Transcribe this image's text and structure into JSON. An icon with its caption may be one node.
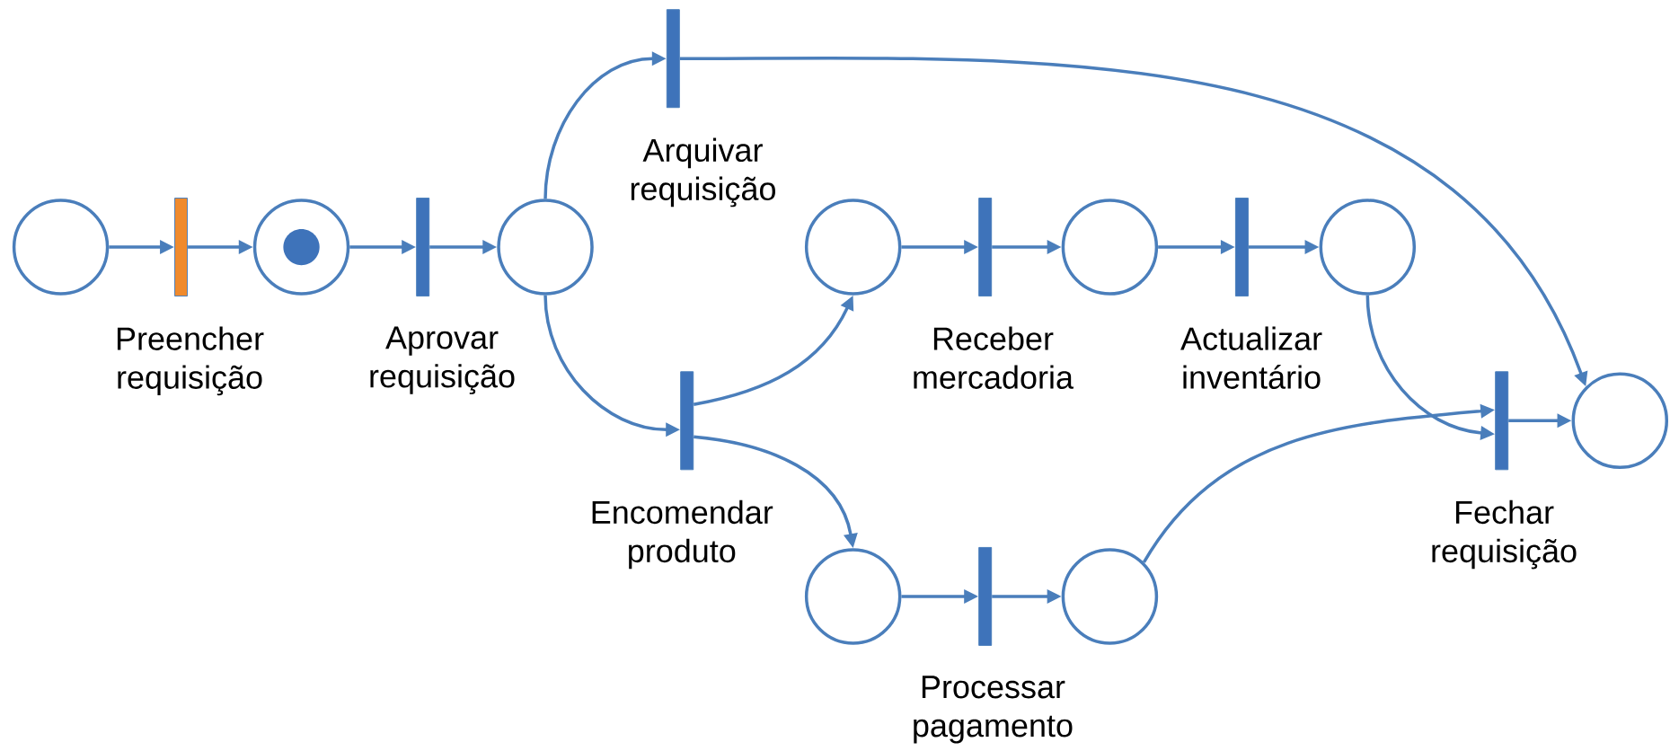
{
  "diagram": {
    "nodes": [
      {
        "text": [],
        "shape": "circle"
      },
      {
        "text": [
          "Preencher requisição"
        ]
      },
      {
        "text": [],
        "shape": "circle"
      },
      {
        "text": [
          "Aprovar requisição"
        ]
      },
      {
        "text": [],
        "shape": "circle"
      },
      {
        "text": [
          "Arquivar requisição"
        ]
      },
      {
        "text": [
          "Encomendar produto"
        ]
      },
      {
        "text": [],
        "shape": "circle"
      },
      {
        "text": [
          "Receber mercadoria"
        ]
      },
      {
        "text": [],
        "shape": "circle"
      },
      {
        "text": [
          "Actualizar inventário"
        ]
      },
      {
        "text": [],
        "shape": "circle"
      },
      {
        "text": [],
        "shape": "circle"
      },
      {
        "text": [
          "Processar pagamento"
        ]
      },
      {
        "text": [],
        "shape": "circle"
      },
      {
        "text": [
          "Fechar requisição"
        ]
      },
      {
        "text": [],
        "shape": "circle"
      }
    ],
    "edges": [
      {
        "from": 0,
        "to": 1,
        "arrow": "to"
      },
      {
        "from": 1,
        "to": 2,
        "arrow": "to"
      },
      {
        "from": 2,
        "to": 3,
        "arrow": "to"
      },
      {
        "from": 3,
        "to": 4,
        "arrow": "to"
      },
      {
        "from": 4,
        "to": 5,
        "arrow": "to"
      },
      {
        "from": 4,
        "to": 6,
        "arrow": "to"
      },
      {
        "from": 5,
        "to": 16,
        "arrow": "to"
      },
      {
        "from": 6,
        "to": 7,
        "arrow": "to"
      },
      {
        "from": 6,
        "to": 12,
        "arrow": "to"
      },
      {
        "from": 7,
        "to": 8,
        "arrow": "to"
      },
      {
        "from": 8,
        "to": 9,
        "arrow": "to"
      },
      {
        "from": 9,
        "to": 10,
        "arrow": "to"
      },
      {
        "from": 10,
        "to": 11,
        "arrow": "to"
      },
      {
        "from": 11,
        "to": 15,
        "arrow": "to"
      },
      {
        "from": 12,
        "to": 13,
        "arrow": "to"
      },
      {
        "from": 13,
        "to": 14,
        "arrow": "to"
      },
      {
        "from": 14,
        "to": 15,
        "arrow": "to"
      },
      {
        "from": 15,
        "to": 16,
        "arrow": "to"
      }
    ]
  }
}
